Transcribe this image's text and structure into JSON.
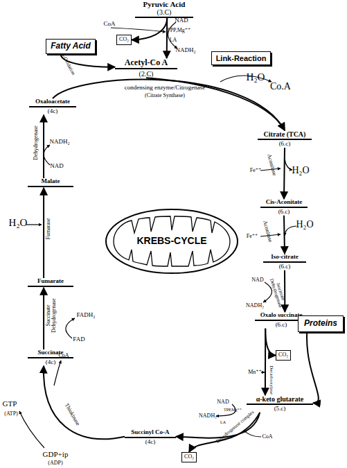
{
  "diagram": {
    "nodes": [
      {
        "text": [
          "Pyruvic Acid",
          "(3.C)"
        ]
      },
      {
        "text": [
          "Fatty Acid"
        ]
      },
      {
        "text": [
          "CO₂"
        ]
      },
      {
        "text": [
          "Link-Reaction"
        ]
      },
      {
        "text": [
          "Acetyl-Co A",
          "(2.C)"
        ]
      },
      {
        "text": [
          "Oxaloacetate",
          "(4c)"
        ]
      },
      {
        "text": [
          "Citrate (TCA)",
          "(6.c)"
        ]
      },
      {
        "text": [
          "Malate"
        ]
      },
      {
        "text": [
          "Cis-Aconitate",
          "(6.c)"
        ]
      },
      {
        "text": [
          "KREBS-CYCLE"
        ]
      },
      {
        "text": [
          "Iso-citrate",
          "(6.c)"
        ]
      },
      {
        "text": [
          "Fumarate"
        ]
      },
      {
        "text": [
          "Oxalo succinate",
          "(6.c)"
        ]
      },
      {
        "text": [
          "Proteins"
        ]
      },
      {
        "text": [
          "CO₂"
        ]
      },
      {
        "text": [
          "Succinate",
          "(4c)"
        ]
      },
      {
        "text": [
          "α-keto glutarate",
          "(5.c)"
        ]
      },
      {
        "text": [
          "Succinyl Co-A",
          "(4c)"
        ]
      },
      {
        "text": [
          "CO₂"
        ]
      }
    ],
    "edges": [
      {
        "from": 0,
        "to": 4,
        "arrow": "to"
      },
      {
        "from": 0,
        "to": 2,
        "arrow": "to"
      },
      {
        "from": 1,
        "to": 4,
        "label": "β-Oxidation",
        "arrow": "to"
      },
      {
        "from": 4,
        "to": 6,
        "arrow": "to"
      },
      {
        "from": 5,
        "to": 6,
        "arrow": "to"
      },
      {
        "from": 6,
        "to": 8,
        "arrow": "to"
      },
      {
        "from": 8,
        "to": 10,
        "arrow": "to"
      },
      {
        "from": 10,
        "to": 12,
        "arrow": "to"
      },
      {
        "from": 12,
        "to": 16,
        "arrow": "to"
      },
      {
        "from": 12,
        "to": 14,
        "arrow": "to"
      },
      {
        "from": 13,
        "to": 16,
        "arrow": "to"
      },
      {
        "from": 16,
        "to": 17,
        "arrow": "to"
      },
      {
        "from": 16,
        "to": 18,
        "arrow": "to"
      },
      {
        "from": 17,
        "to": 15,
        "arrow": "to"
      },
      {
        "from": 15,
        "to": 11,
        "arrow": "to"
      },
      {
        "from": 11,
        "to": 7,
        "arrow": "to"
      },
      {
        "from": 7,
        "to": 5,
        "arrow": "to"
      }
    ],
    "labels": [
      "CoA",
      "NAD",
      "TPP,Mg⁺⁺",
      "LA",
      "NADH₂",
      "condensing enzyme/Citrogenase",
      "(Citrate Synthase)",
      "H₂O",
      "Co.A",
      "Fe⁺⁺",
      "Aconitase",
      "H₂O",
      "Fe⁺⁺",
      "Aconitase",
      "H₂O",
      "NAD",
      "Isocitrate Dehydrogenase",
      "NADH₂",
      "Mn⁺⁺",
      "Decarboxylase",
      "NAD",
      "TPP,Mg⁺⁺",
      "NADH₂",
      "LA",
      "Dehydrogenase complex",
      "CoA",
      "CoA",
      "Thiokinase",
      "GTP",
      "(ATP)",
      "GDP+ip",
      "(ADP)",
      "FADH₂",
      "FAD",
      "Succinate Dehydrogenase",
      "H₂O",
      "Fumarase",
      "NADH₂",
      "NAD",
      "Dehydrogenase"
    ]
  }
}
